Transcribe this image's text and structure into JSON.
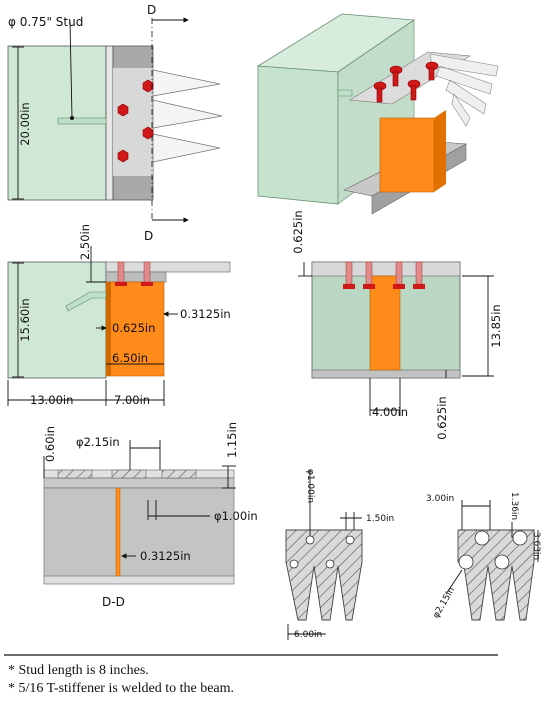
{
  "labels": {
    "stud_diameter": "φ 0.75\" Stud",
    "section_mark_top": "D",
    "section_mark_bottom": "D",
    "dim_20in": "20.00in",
    "dim_2_50in": "2.50in",
    "dim_15_60in": "15.60in",
    "dim_0_3125_side": "0.3125in",
    "dim_0_625_side": "0.625in",
    "dim_6_50in": "6.50in",
    "dim_13in": "13.00in",
    "dim_7in": "7.00in",
    "dim_0_625_top": "0.625in",
    "dim_13_85in": "13.85in",
    "dim_4in": "4.00in",
    "dim_0_625_bottom": "0.625in",
    "dim_0_60in": "0.60in",
    "dim_2_15in": "φ2.15in",
    "dim_1_15in": "1.15in",
    "dim_1_00in": "φ1.00in",
    "dim_0_3125_bottom": "0.3125in",
    "section_title": "D-D",
    "comb1_hole": "φ1.00in",
    "comb1_1_50in": "1.50in",
    "comb1_6in": "6.00in",
    "comb2_3in": "3.00in",
    "comb2_1_36in": "1.36in",
    "comb2_3_63in": "3.63in",
    "comb2_hole": "φ2.15in"
  },
  "notes": [
    "* Stud length is 8 inches.",
    "* 5/16 T-stiffener is welded to the beam."
  ],
  "colors": {
    "concrete_green": "#cfe8d6",
    "steel_gray": "#c8c8c8",
    "stiffener_orange": "#ff8c1a",
    "bolt_red": "#d01818"
  }
}
